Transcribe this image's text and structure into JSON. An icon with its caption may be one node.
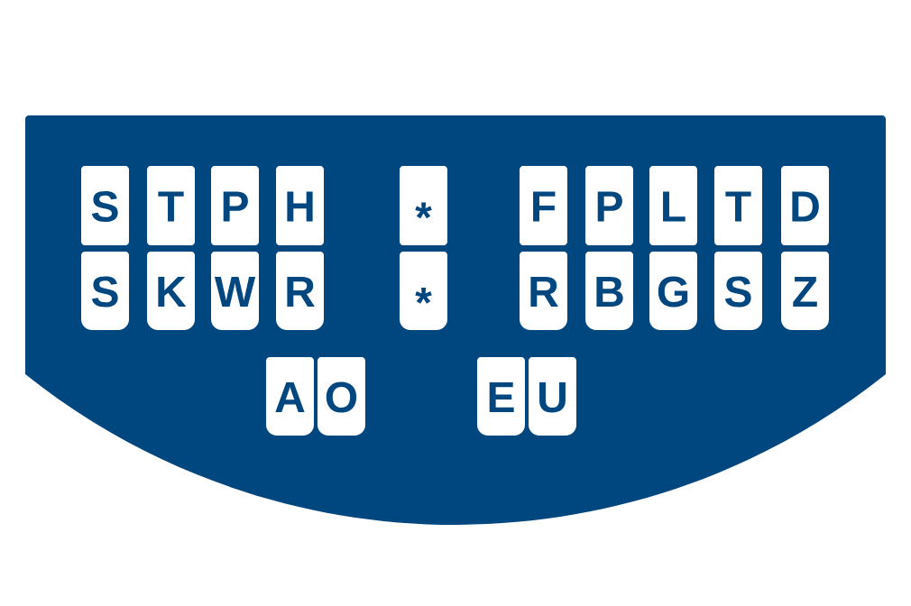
{
  "diagram": {
    "nodes": [
      {
        "text": [],
        "shape": "box"
      },
      {
        "text": [
          "S"
        ],
        "in": 0
      },
      {
        "text": [
          "T"
        ],
        "in": 0
      },
      {
        "text": [
          "P"
        ],
        "in": 0
      },
      {
        "text": [
          "H"
        ],
        "in": 0
      },
      {
        "text": [
          "*"
        ],
        "in": 0
      },
      {
        "text": [
          "F"
        ],
        "in": 0
      },
      {
        "text": [
          "P"
        ],
        "in": 0
      },
      {
        "text": [
          "L"
        ],
        "in": 0
      },
      {
        "text": [
          "T"
        ],
        "in": 0
      },
      {
        "text": [
          "D"
        ],
        "in": 0
      },
      {
        "text": [
          "S"
        ],
        "in": 0
      },
      {
        "text": [
          "K"
        ],
        "in": 0
      },
      {
        "text": [
          "W"
        ],
        "in": 0
      },
      {
        "text": [
          "R"
        ],
        "in": 0
      },
      {
        "text": [
          "*"
        ],
        "in": 0
      },
      {
        "text": [
          "R"
        ],
        "in": 0
      },
      {
        "text": [
          "B"
        ],
        "in": 0
      },
      {
        "text": [
          "G"
        ],
        "in": 0
      },
      {
        "text": [
          "S"
        ],
        "in": 0
      },
      {
        "text": [
          "Z"
        ],
        "in": 0
      },
      {
        "text": [
          "A"
        ],
        "in": 0
      },
      {
        "text": [
          "O"
        ],
        "in": 0
      },
      {
        "text": [
          "E"
        ],
        "in": 0
      },
      {
        "text": [
          "U"
        ],
        "in": 0
      }
    ]
  }
}
